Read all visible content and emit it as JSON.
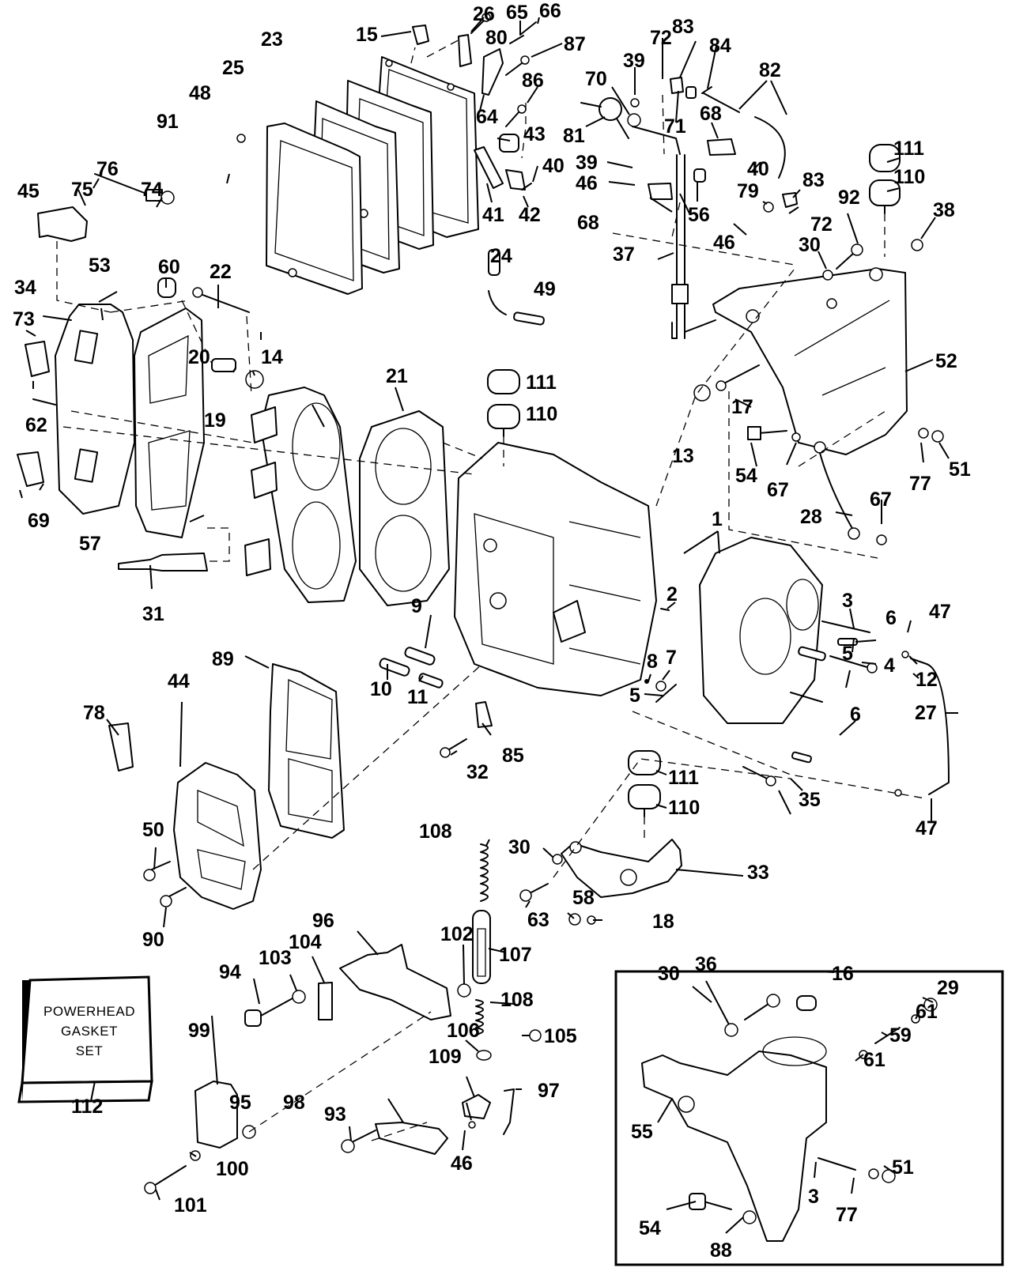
{
  "diagram": {
    "title": "Powerhead exploded parts diagram",
    "kit_label": [
      "POWERHEAD",
      "GASKET",
      "SET"
    ],
    "kit_part_number": "112",
    "callouts": {
      "c1": "1",
      "c2": "2",
      "c3": "3",
      "c3b": "3",
      "c4": "4",
      "c5": "5",
      "c5b": "5",
      "c6": "6",
      "c6b": "6",
      "c7": "7",
      "c8": "8",
      "c9": "9",
      "c10": "10",
      "c11": "11",
      "c12": "12",
      "c13": "13",
      "c14": "14",
      "c15": "15",
      "c16": "16",
      "c17": "17",
      "c18": "18",
      "c19": "19",
      "c20": "20",
      "c21": "21",
      "c22": "22",
      "c23": "23",
      "c24": "24",
      "c25": "25",
      "c26": "26",
      "c27": "27",
      "c28": "28",
      "c29": "29",
      "c30": "30",
      "c30b": "30",
      "c30c": "30",
      "c31": "31",
      "c32": "32",
      "c33": "33",
      "c34": "34",
      "c35": "35",
      "c36": "36",
      "c37": "37",
      "c38": "38",
      "c39": "39",
      "c39b": "39",
      "c40": "40",
      "c40b": "40",
      "c41": "41",
      "c42": "42",
      "c43": "43",
      "c44": "44",
      "c45": "45",
      "c46": "46",
      "c46b": "46",
      "c46c": "46",
      "c47": "47",
      "c47b": "47",
      "c48": "48",
      "c49": "49",
      "c50": "50",
      "c51": "51",
      "c51b": "51",
      "c52": "52",
      "c53": "53",
      "c54": "54",
      "c54b": "54",
      "c55": "55",
      "c56": "56",
      "c57": "57",
      "c58": "58",
      "c59": "59",
      "c60": "60",
      "c61": "61",
      "c61b": "61",
      "c62": "62",
      "c63": "63",
      "c64": "64",
      "c65": "65",
      "c66": "66",
      "c67": "67",
      "c67b": "67",
      "c68": "68",
      "c68b": "68",
      "c69": "69",
      "c70": "70",
      "c71": "71",
      "c72": "72",
      "c72b": "72",
      "c73": "73",
      "c74": "74",
      "c75": "75",
      "c76": "76",
      "c77": "77",
      "c77b": "77",
      "c78": "78",
      "c79": "79",
      "c80": "80",
      "c81": "81",
      "c82": "82",
      "c83": "83",
      "c83b": "83",
      "c84": "84",
      "c85": "85",
      "c86": "86",
      "c87": "87",
      "c88": "88",
      "c89": "89",
      "c90": "90",
      "c91": "91",
      "c92": "92",
      "c93": "93",
      "c94": "94",
      "c95": "95",
      "c96": "96",
      "c97": "97",
      "c98": "98",
      "c99": "99",
      "c100": "100",
      "c101": "101",
      "c102": "102",
      "c103": "103",
      "c104": "104",
      "c105": "105",
      "c106": "106",
      "c107": "107",
      "c108": "108",
      "c108b": "108",
      "c109": "109",
      "c110": "110",
      "c110b": "110",
      "c110c": "110",
      "c111": "111",
      "c111b": "111",
      "c111c": "111",
      "c112": "112"
    }
  }
}
